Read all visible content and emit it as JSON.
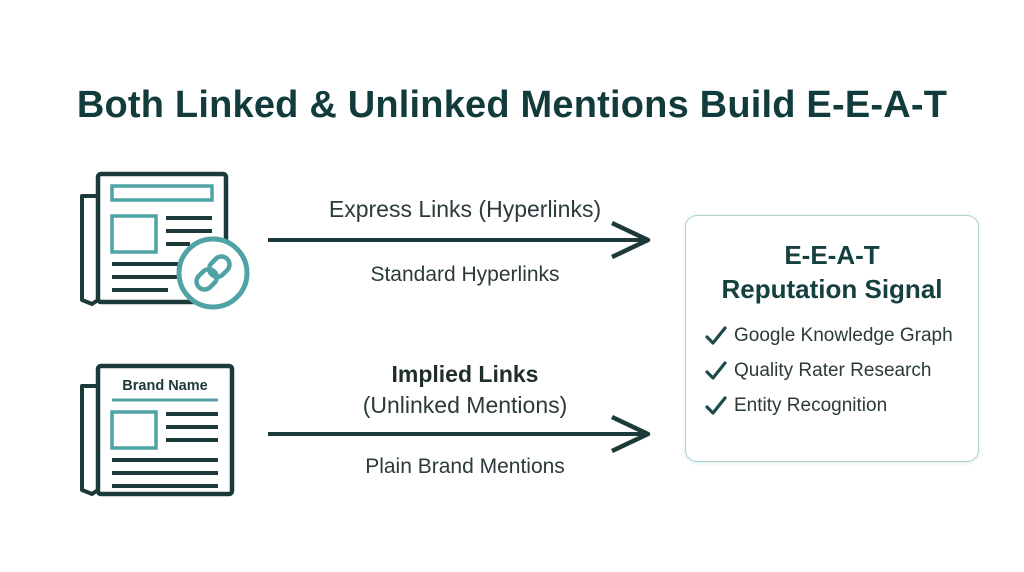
{
  "title": "Both Linked & Unlinked Mentions Build E-E-A-T",
  "rows": [
    {
      "icon": "newspaper-with-link-icon",
      "label_top": "Express Links (Hyperlinks)",
      "label_bottom": "Standard Hyperlinks"
    },
    {
      "icon": "newspaper-brand-name-icon",
      "masthead_text": "Brand Name",
      "label_top_line1": "Implied Links",
      "label_top_line2": "(Unlinked Mentions)",
      "label_bottom": "Plain Brand Mentions"
    }
  ],
  "result_card": {
    "title_line1": "E-E-A-T",
    "title_line2": "Reputation Signal",
    "items": [
      "Google Knowledge Graph",
      "Quality Rater Research",
      "Entity Recognition"
    ]
  },
  "colors": {
    "title": "#123c3c",
    "accent_teal": "#4fa3a5",
    "dark_outline": "#1d3a3a",
    "card_border": "#a9d3d3"
  }
}
